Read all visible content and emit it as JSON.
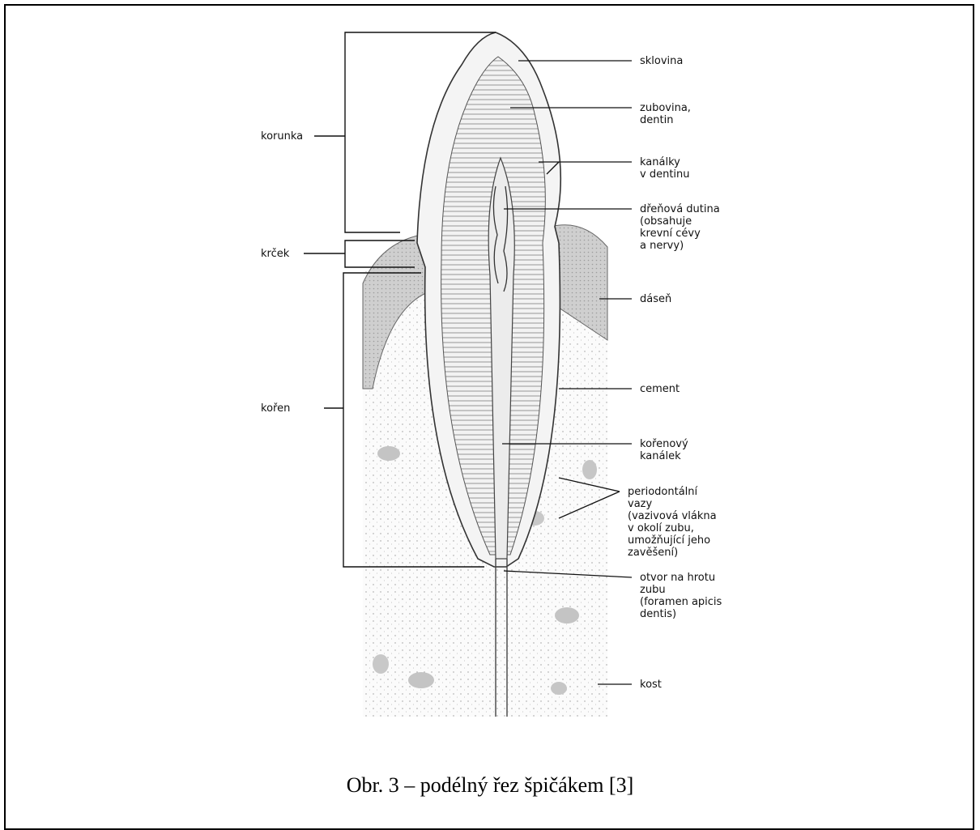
{
  "labels_left": {
    "korunka": "korunka",
    "krcek": "krček",
    "koren": "kořen"
  },
  "labels_right": {
    "sklovina": "sklovina",
    "zubovina_1": "zubovina,",
    "zubovina_2": "dentin",
    "kanalky_1": "kanálky",
    "kanalky_2": "v dentinu",
    "drenova_1": "dřeňová dutina",
    "drenova_2": "(obsahuje",
    "drenova_3": "krevní cévy",
    "drenova_4": "a nervy)",
    "dasen": "dáseň",
    "cement": "cement",
    "korenovy_1": "kořenový",
    "korenovy_2": "kanálek",
    "perio_1": "periodontální",
    "perio_2": "vazy",
    "perio_3": "(vazivová vlákna",
    "perio_4": "v okolí zubu,",
    "perio_5": "umožňující jeho",
    "perio_6": "zavěšení)",
    "otvor_1": "otvor na hrotu",
    "otvor_2": "zubu",
    "otvor_3": "(foramen apicis",
    "otvor_4": "dentis)",
    "kost": "kost"
  },
  "caption": "Obr. 3 – podélný řez špičákem [3]"
}
